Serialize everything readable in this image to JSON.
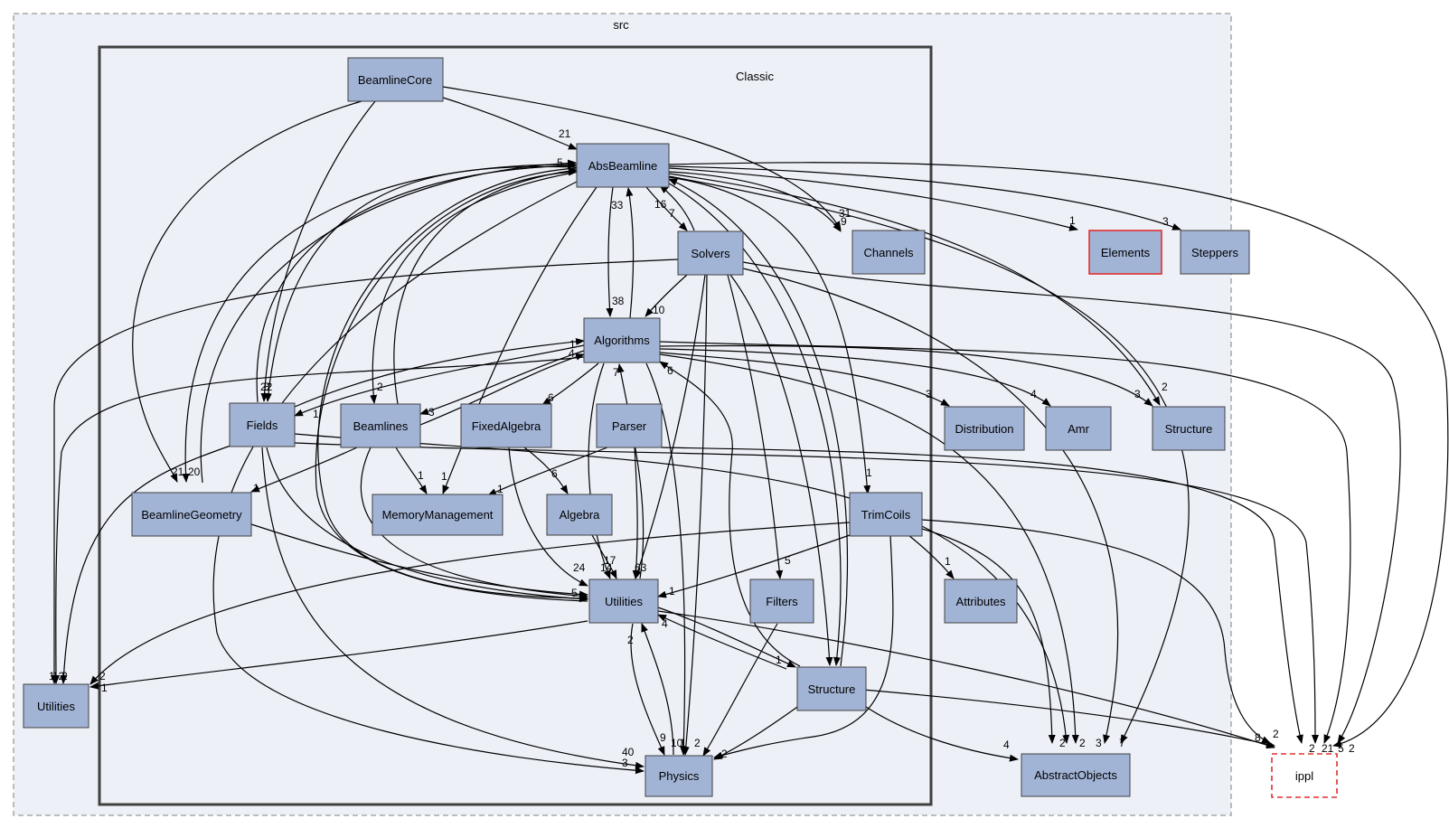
{
  "clusters": {
    "src": "src",
    "classic": "Classic"
  },
  "nodes": {
    "beamlinecore": "BeamlineCore",
    "absbeamline": "AbsBeamline",
    "solvers": "Solvers",
    "channels": "Channels",
    "elements": "Elements",
    "steppers": "Steppers",
    "algorithms": "Algorithms",
    "fields": "Fields",
    "beamlines": "Beamlines",
    "fixedalgebra": "FixedAlgebra",
    "parser": "Parser",
    "distribution": "Distribution",
    "amr": "Amr",
    "structure_src": "Structure",
    "beamlinegeometry": "BeamlineGeometry",
    "memorymanagement": "MemoryManagement",
    "algebra": "Algebra",
    "trimcoils": "TrimCoils",
    "attributes": "Attributes",
    "utilities_classic": "Utilities",
    "filters": "Filters",
    "utilities_src": "Utilities",
    "structure_classic": "Structure",
    "physics": "Physics",
    "abstractobjects": "AbstractObjects",
    "ippl": "ippl"
  },
  "colors": {
    "node_fill": "#a2b4d6",
    "cluster_fill": "#edf0f7",
    "external_border": "#e03030"
  }
}
